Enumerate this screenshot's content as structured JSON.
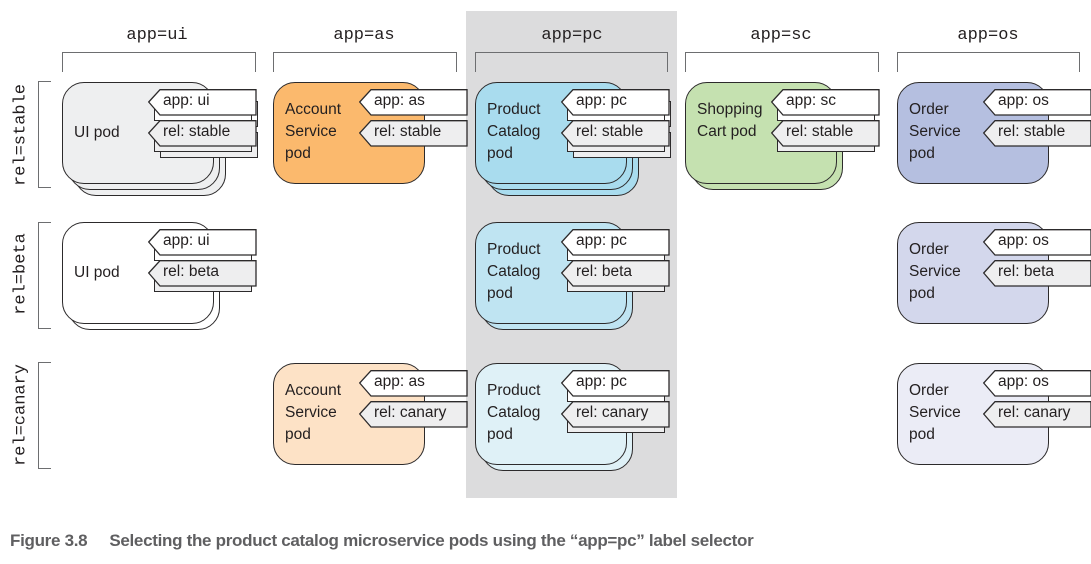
{
  "figure": {
    "number": "Figure 3.8",
    "caption": "Selecting the product catalog microservice pods using the “app=pc” label selector",
    "selected_column": "app=pc",
    "highlight_color": "#dcdcdd"
  },
  "columns": [
    {
      "id": "ui",
      "label": "app=ui"
    },
    {
      "id": "as",
      "label": "app=as"
    },
    {
      "id": "pc",
      "label": "app=pc"
    },
    {
      "id": "sc",
      "label": "app=sc"
    },
    {
      "id": "os",
      "label": "app=os"
    }
  ],
  "rows": [
    {
      "id": "stable",
      "label": "rel=stable"
    },
    {
      "id": "beta",
      "label": "rel=beta"
    },
    {
      "id": "canary",
      "label": "rel=canary"
    }
  ],
  "pods": [
    {
      "col": 0,
      "row": 0,
      "name": "UI pod",
      "app_tag": "app: ui",
      "rel_tag": "rel: stable",
      "replicas": 3,
      "color": "#eeeff0"
    },
    {
      "col": 1,
      "row": 0,
      "name": "Account Service pod",
      "app_tag": "app: as",
      "rel_tag": "rel: stable",
      "replicas": 1,
      "color": "#fbb96d"
    },
    {
      "col": 2,
      "row": 0,
      "name": "Product Catalog pod",
      "app_tag": "app: pc",
      "rel_tag": "rel: stable",
      "replicas": 3,
      "color": "#a9dcee"
    },
    {
      "col": 3,
      "row": 0,
      "name": "Shopping Cart pod",
      "app_tag": "app: sc",
      "rel_tag": "rel: stable",
      "replicas": 2,
      "color": "#c5e1b0"
    },
    {
      "col": 4,
      "row": 0,
      "name": "Order Service pod",
      "app_tag": "app: os",
      "rel_tag": "rel: stable",
      "replicas": 1,
      "color": "#b5bfe0"
    },
    {
      "col": 0,
      "row": 1,
      "name": "UI pod",
      "app_tag": "app: ui",
      "rel_tag": "rel: beta",
      "replicas": 2,
      "color": "#ffffff"
    },
    {
      "col": 2,
      "row": 1,
      "name": "Product Catalog pod",
      "app_tag": "app: pc",
      "rel_tag": "rel: beta",
      "replicas": 2,
      "color": "#bfe4f2"
    },
    {
      "col": 4,
      "row": 1,
      "name": "Order Service pod",
      "app_tag": "app: os",
      "rel_tag": "rel: beta",
      "replicas": 1,
      "color": "#d3d7ec"
    },
    {
      "col": 1,
      "row": 2,
      "name": "Account Service pod",
      "app_tag": "app: as",
      "rel_tag": "rel: canary",
      "replicas": 1,
      "color": "#fde2c6"
    },
    {
      "col": 2,
      "row": 2,
      "name": "Product Catalog pod",
      "app_tag": "app: pc",
      "rel_tag": "rel: canary",
      "replicas": 2,
      "color": "#dff1f7"
    },
    {
      "col": 4,
      "row": 2,
      "name": "Order Service pod",
      "app_tag": "app: os",
      "rel_tag": "rel: canary",
      "replicas": 1,
      "color": "#ebecf6"
    }
  ]
}
